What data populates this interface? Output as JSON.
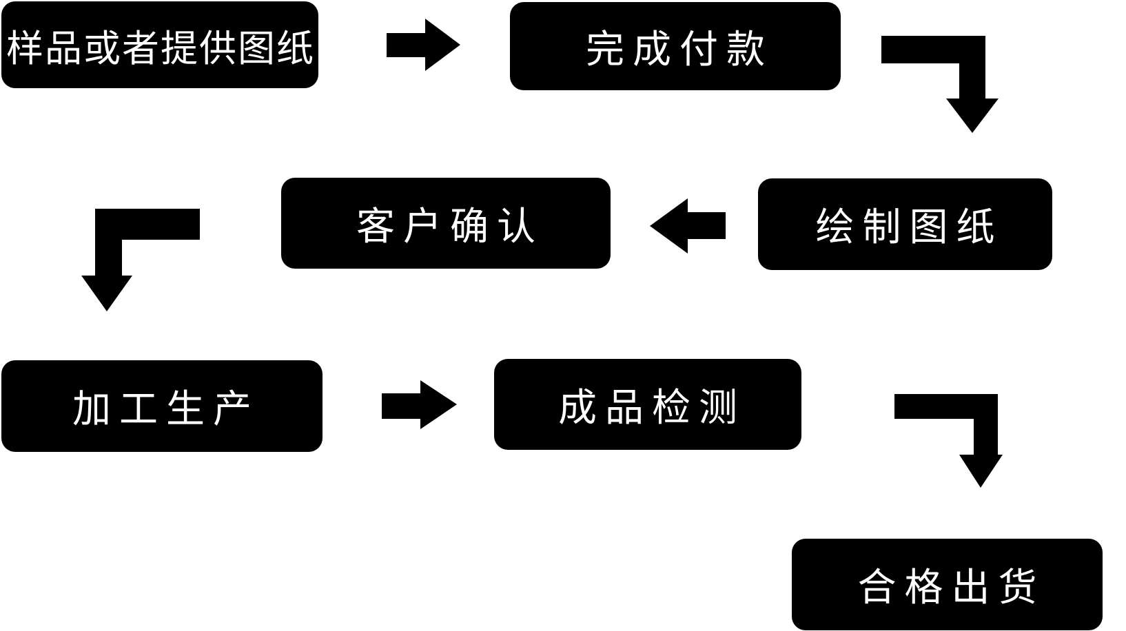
{
  "diagram": {
    "type": "flowchart",
    "colors": {
      "background": "#ffffff",
      "node_fill": "#000000",
      "node_text": "#ffffff",
      "arrow_fill": "#000000"
    },
    "nodes": [
      {
        "id": "sample-or-drawings",
        "label": "样品或者提供图纸"
      },
      {
        "id": "complete-payment",
        "label": "完成付款"
      },
      {
        "id": "draw-drawings",
        "label": "绘制图纸"
      },
      {
        "id": "customer-confirm",
        "label": "客户确认"
      },
      {
        "id": "processing-production",
        "label": "加工生产"
      },
      {
        "id": "product-inspection",
        "label": "成品检测"
      },
      {
        "id": "qualified-shipment",
        "label": "合格出货"
      }
    ],
    "connections": [
      {
        "from": "sample-or-drawings",
        "to": "complete-payment",
        "shape": "straight-right"
      },
      {
        "from": "complete-payment",
        "to": "draw-drawings",
        "shape": "elbow-right-down"
      },
      {
        "from": "draw-drawings",
        "to": "customer-confirm",
        "shape": "straight-left"
      },
      {
        "from": "customer-confirm",
        "to": "processing-production",
        "shape": "elbow-left-down"
      },
      {
        "from": "processing-production",
        "to": "product-inspection",
        "shape": "straight-right"
      },
      {
        "from": "product-inspection",
        "to": "qualified-shipment",
        "shape": "elbow-right-down"
      }
    ]
  }
}
